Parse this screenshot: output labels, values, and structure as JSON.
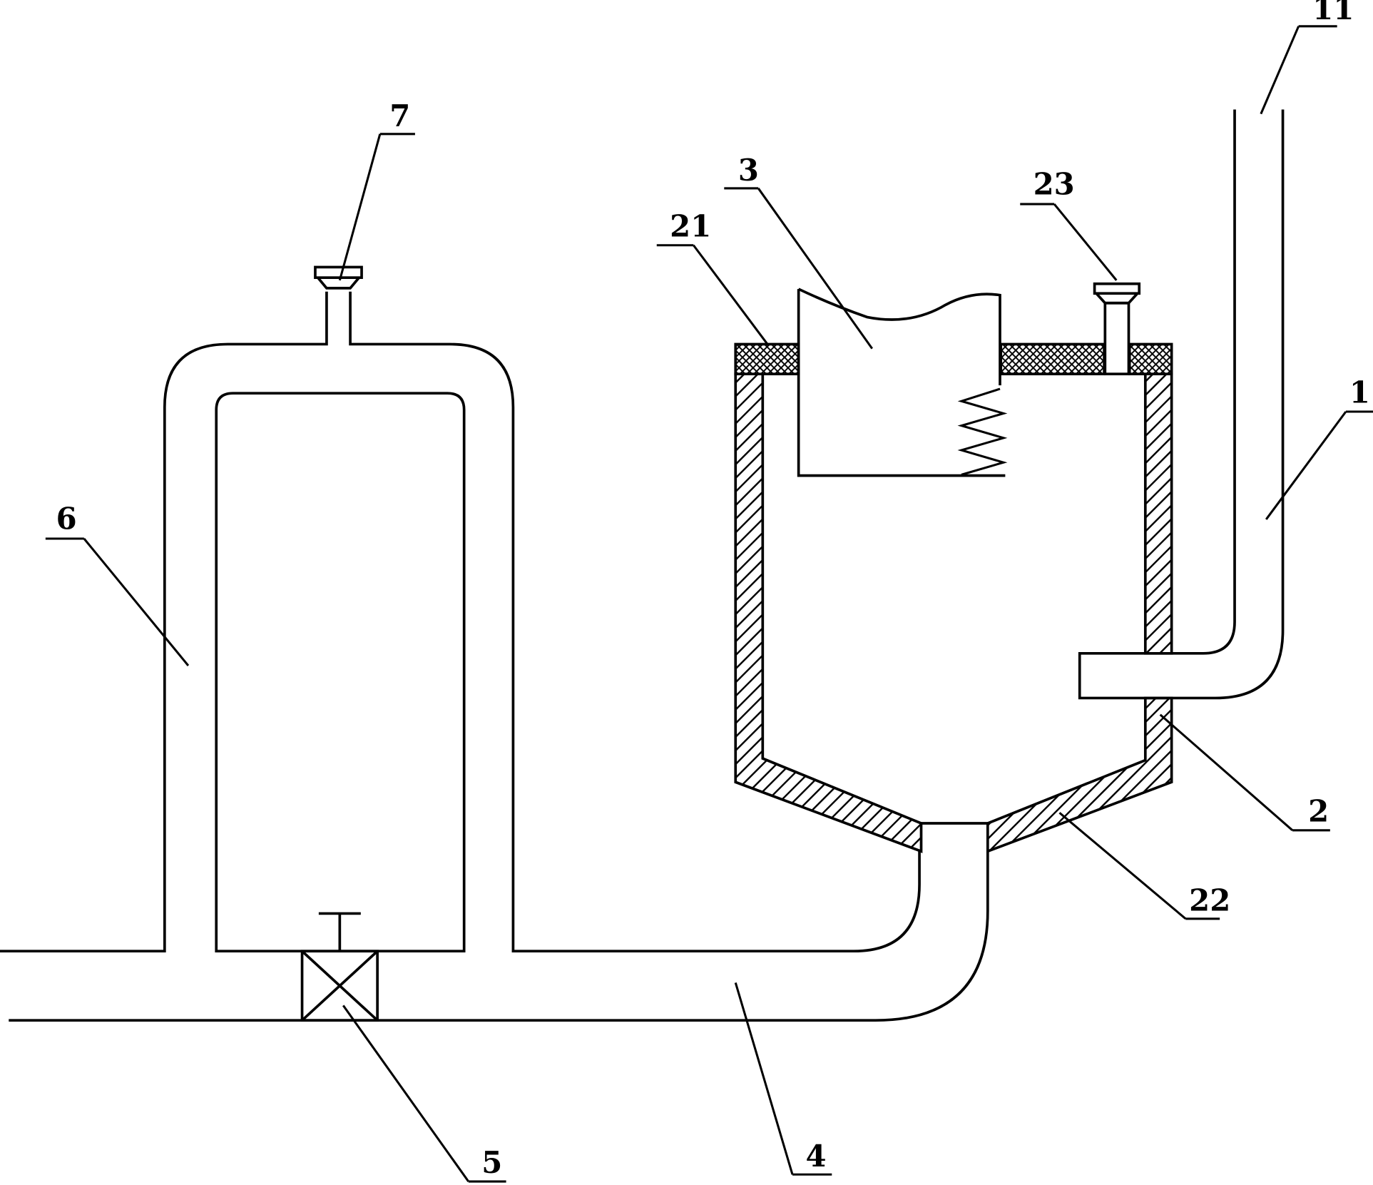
{
  "labels": {
    "l1": "1",
    "l2": "2",
    "l3": "3",
    "l4": "4",
    "l5": "5",
    "l6": "6",
    "l7": "7",
    "l11": "11",
    "l21": "21",
    "l22": "22",
    "l23": "23"
  }
}
